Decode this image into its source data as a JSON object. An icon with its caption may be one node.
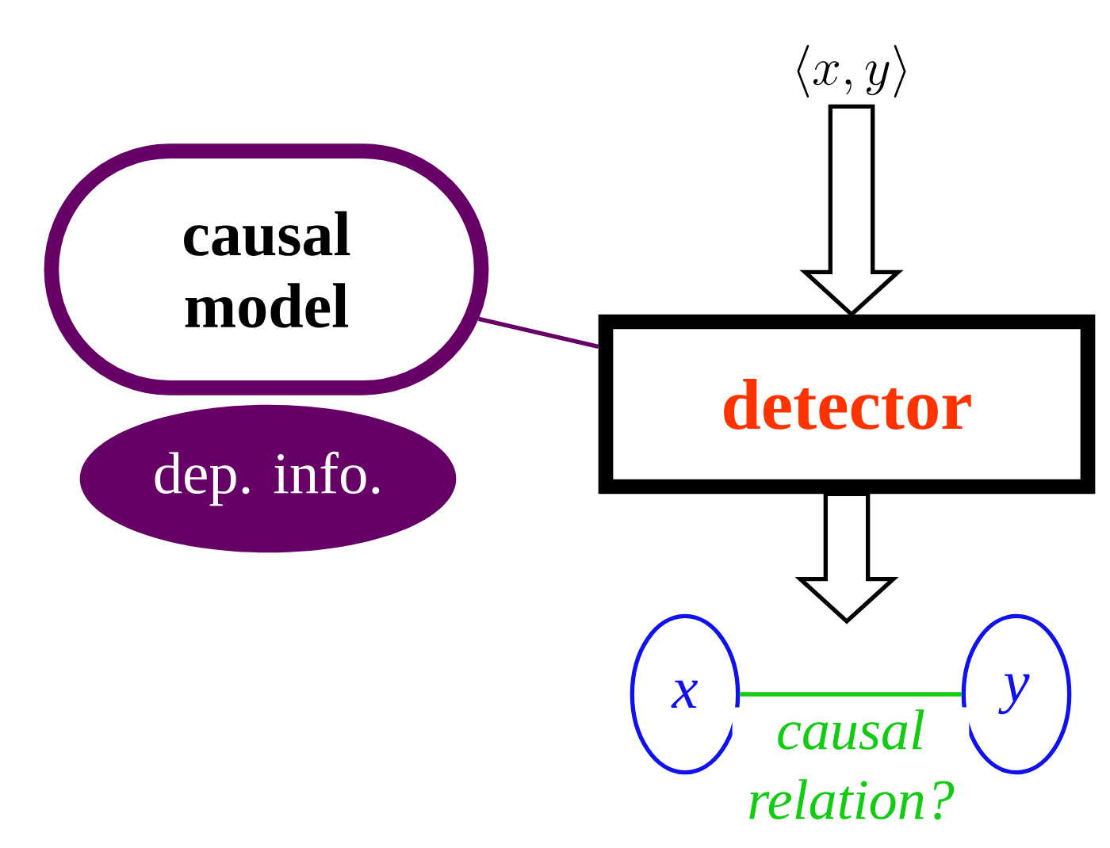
{
  "diagram": {
    "nodes": [
      {
        "text": [
          "\\langle x, y\\rangle"
        ]
      },
      {
        "text": [
          "causal model"
        ]
      },
      {
        "text": [
          "dep. info."
        ]
      },
      {
        "text": [
          "detector"
        ]
      },
      {
        "text": [
          "x"
        ]
      },
      {
        "text": [
          "y"
        ]
      }
    ],
    "edges": [
      {
        "from": 0,
        "to": 3,
        "arrow": "to"
      },
      {
        "from": 3,
        "to": null,
        "arrow": "to"
      },
      {
        "from": 1,
        "to": 3,
        "arrow": "none",
        "color": "#660066"
      },
      {
        "from": 4,
        "to": 5,
        "arrow": "none",
        "label": "causal relation?",
        "color": "#11cc11"
      }
    ]
  }
}
